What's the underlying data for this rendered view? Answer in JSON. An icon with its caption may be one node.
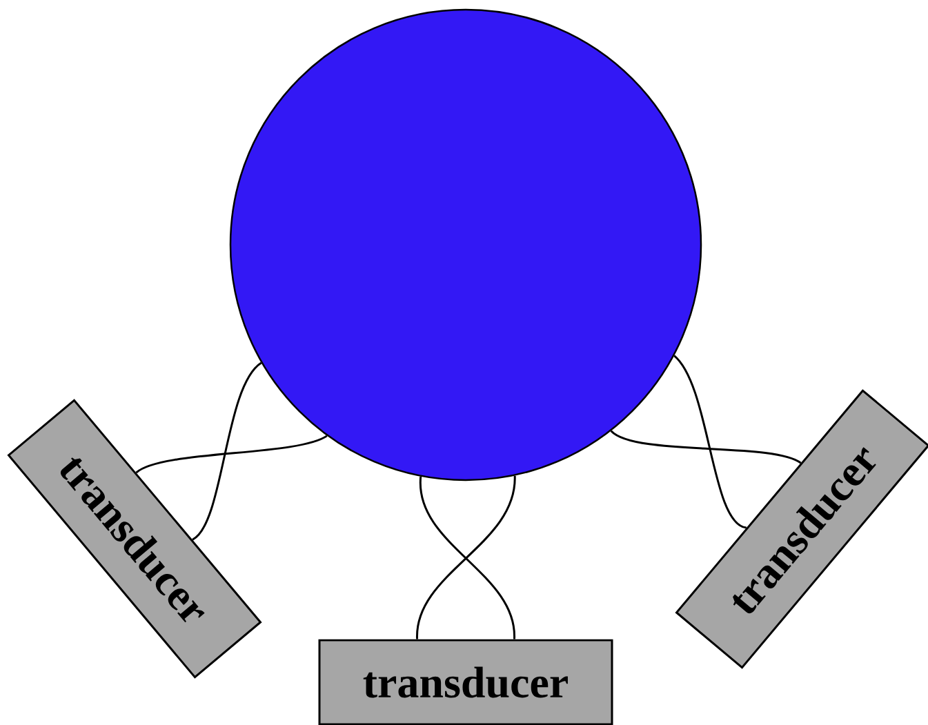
{
  "diagram": {
    "nodes": [
      {
        "text": [],
        "shape": "circle"
      },
      {
        "text": [
          "transducer"
        ]
      },
      {
        "text": [
          "transducer"
        ]
      },
      {
        "text": [
          "transducer"
        ]
      }
    ],
    "edges": [
      {
        "from": 1,
        "to": 0,
        "arrow": "none"
      },
      {
        "from": 1,
        "to": 0,
        "arrow": "none"
      },
      {
        "from": 2,
        "to": 0,
        "arrow": "none"
      },
      {
        "from": 2,
        "to": 0,
        "arrow": "none"
      },
      {
        "from": 3,
        "to": 0,
        "arrow": "none"
      },
      {
        "from": 3,
        "to": 0,
        "arrow": "none"
      }
    ]
  }
}
